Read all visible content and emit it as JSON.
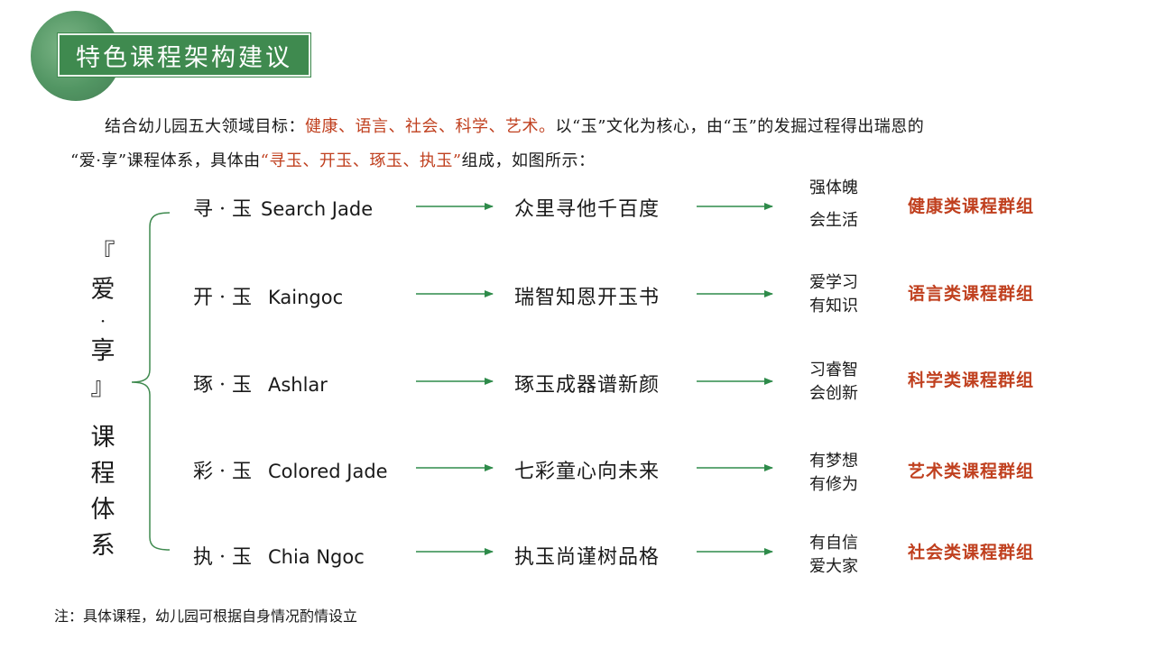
{
  "header": {
    "title": "特色课程架构建议"
  },
  "intro": {
    "p1": "结合幼儿园五大领域目标：",
    "p1_red": "健康、语言、社会、科学、艺术。",
    "p1_tail": "以“玉”文化为核心，由“玉”的发掘过程得出瑞恩的",
    "p2": "“爱·享”课程体系，具体由",
    "p2_red": "“寻玉、开玉、琢玉、执玉”",
    "p2_tail": "组成，如图所示："
  },
  "system": {
    "chars": [
      "『",
      "爱",
      "·",
      "享",
      "』",
      "课",
      "程",
      "体",
      "系"
    ]
  },
  "rows": [
    {
      "cn": "寻 · 玉",
      "en": "Search Jade",
      "motto": "众里寻他千百度",
      "trait1": "强体魄",
      "trait2": "会生活",
      "group": "健康类课程群组"
    },
    {
      "cn": "开 · 玉",
      "en": "Kaingoc",
      "motto": "瑞智知恩开玉书",
      "trait1": "爱学习",
      "trait2": "有知识",
      "group": "语言类课程群组"
    },
    {
      "cn": "琢 · 玉",
      "en": "Ashlar",
      "motto": "琢玉成器谱新颜",
      "trait1": "习睿智",
      "trait2": "会创新",
      "group": "科学类课程群组"
    },
    {
      "cn": "彩 · 玉",
      "en": "Colored Jade",
      "motto": "七彩童心向未来",
      "trait1": "有梦想",
      "trait2": "有修为",
      "group": "艺术类课程群组"
    },
    {
      "cn": "执 · 玉",
      "en": "Chia Ngoc",
      "motto": "执玉尚谨树品格",
      "trait1": "有自信",
      "trait2": "爱大家",
      "group": "社会类课程群组"
    }
  ],
  "footnote": "注：具体课程，幼儿园可根据自身情况酌情设立",
  "colors": {
    "accent_green": "#3f8a4f",
    "accent_red": "#c0401f",
    "arrow_green": "#2e8b4a"
  }
}
